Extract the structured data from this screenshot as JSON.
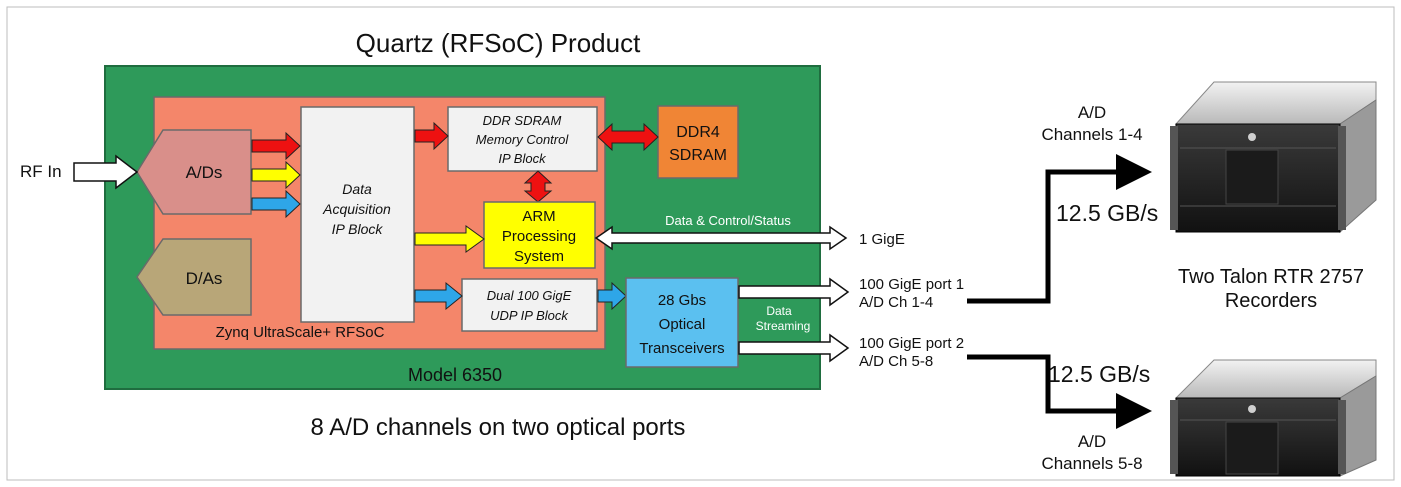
{
  "product_title": "Quartz (RFSoC) Product",
  "subtitle": "8 A/D channels on two optical ports",
  "board_label": "Model 6350",
  "soc_label": "Zynq UltraScale+ RFSoC",
  "rf_in": "RF In",
  "adc": "A/Ds",
  "dac": "D/As",
  "data_acq": [
    "Data",
    "Acquisition",
    "IP Block"
  ],
  "ddr_ctrl": [
    "DDR SDRAM",
    "Memory Control",
    "IP Block"
  ],
  "ddr4": [
    "DDR4",
    "SDRAM"
  ],
  "arm": [
    "ARM",
    "Processing",
    "System"
  ],
  "udp": [
    "Dual 100 GigE",
    "UDP IP Block"
  ],
  "optical": [
    "28 Gbs",
    "Optical",
    "Transceivers"
  ],
  "data_control": "Data & Control/Status",
  "data_streaming": [
    "Data",
    "Streaming"
  ],
  "gige": "1 GigE",
  "port1": [
    "100 GigE port 1",
    "A/D Ch 1-4"
  ],
  "port2": [
    "100 GigE port 2",
    "A/D Ch 5-8"
  ],
  "ad_top": [
    "A/D",
    "Channels 1-4"
  ],
  "ad_bottom": [
    "A/D",
    "Channels 5-8"
  ],
  "rate_top": "12.5 GB/s",
  "rate_bottom": "12.5 GB/s",
  "recorders": [
    "Two Talon RTR 2757",
    "Recorders"
  ],
  "colors": {
    "board": "#2e9a5a",
    "soc": "#f4866a",
    "adc": "#d98f8a",
    "dac": "#b8a678",
    "ddr4": "#f08535",
    "arm": "#ffff00",
    "optical": "#5bc0f0",
    "red_arrow": "#ee1111",
    "yellow_arrow": "#ffff00",
    "blue_arrow": "#2ea6e8"
  }
}
